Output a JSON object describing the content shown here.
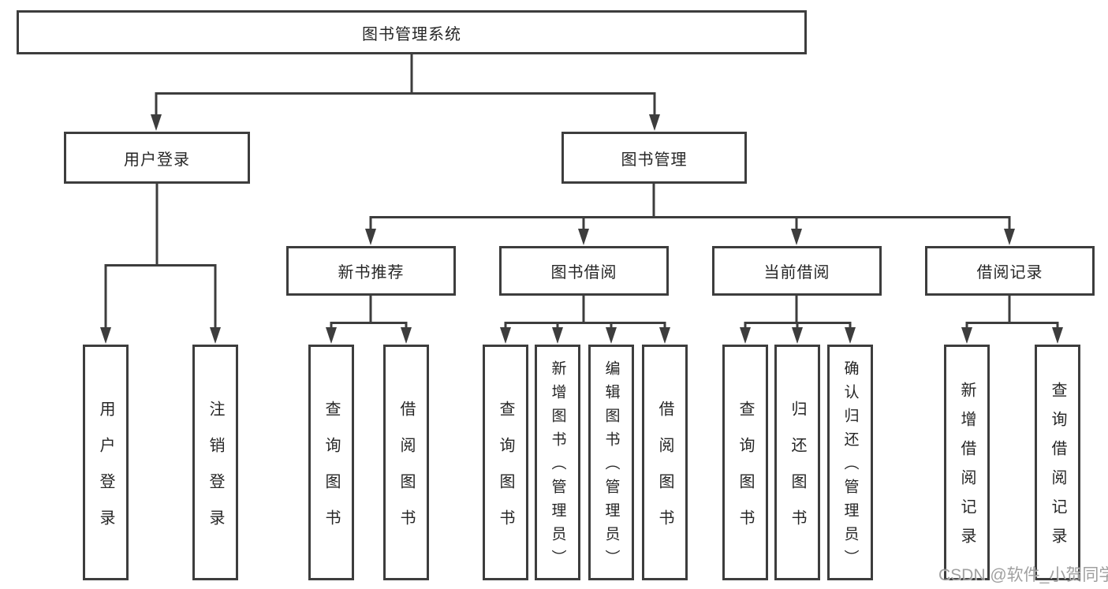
{
  "diagram": {
    "title_node": "图书管理系统",
    "nodes": {
      "user_login": "用户登录",
      "book_mgmt": "图书管理",
      "new_book_rec": "新书推荐",
      "book_borrow": "图书借阅",
      "current_borrow": "当前借阅",
      "borrow_record": "借阅记录"
    },
    "leaves": {
      "user_login": [
        "用户登录",
        "注销登录"
      ],
      "new_book_rec": [
        "查询图书",
        "借阅图书"
      ],
      "book_borrow": [
        "查询图书",
        "新增图书（管理员）",
        "编辑图书（管理员）",
        "借阅图书"
      ],
      "current_borrow": [
        "查询图书",
        "归还图书",
        "确认归还（管理员）"
      ],
      "borrow_record": [
        "新增借阅记录",
        "查询借阅记录"
      ]
    }
  },
  "watermark": "CSDN @软件_小贺同学",
  "colors": {
    "line": "#3d3d3d",
    "text": "#262626",
    "watermark": "#969696",
    "background": "#ffffff"
  }
}
